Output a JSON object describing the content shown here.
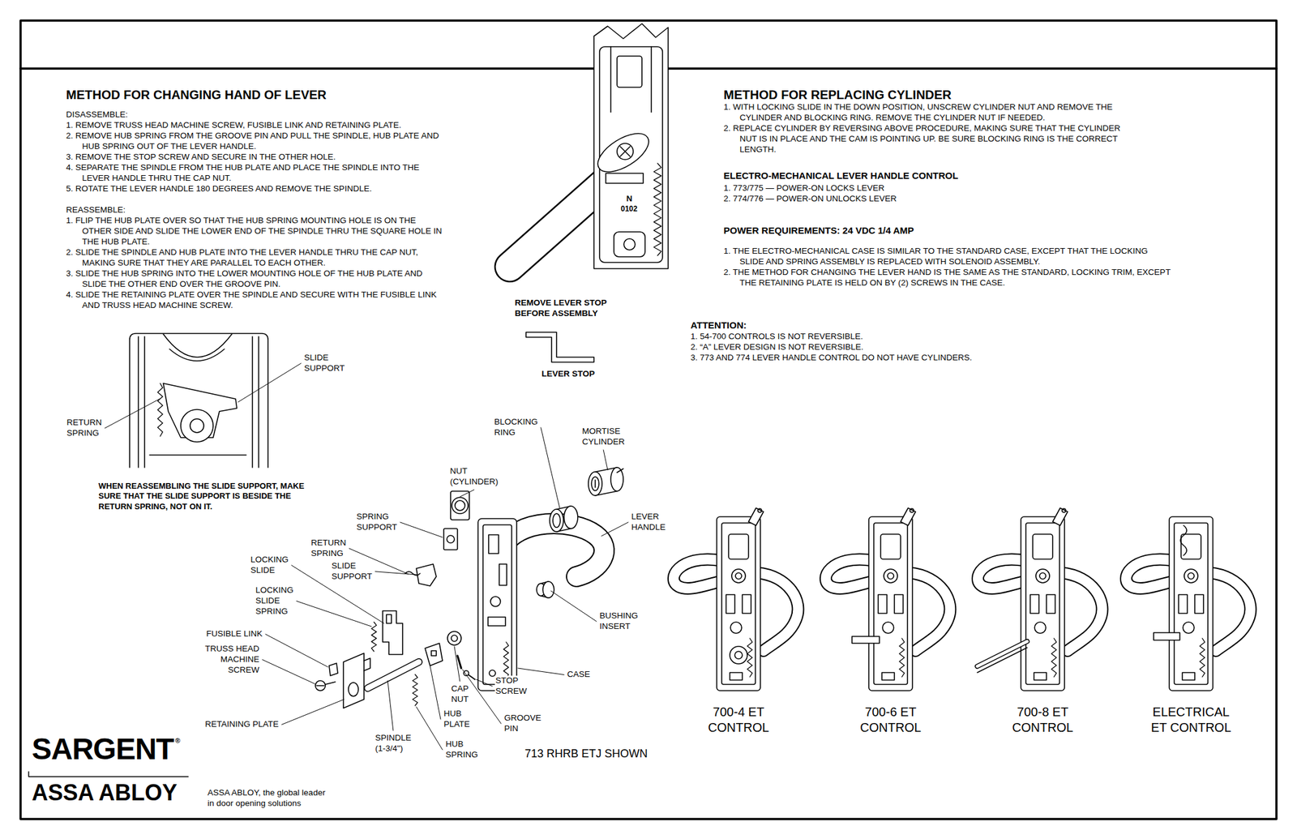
{
  "diagram": {
    "labels": [
      "METHOD FOR CHANGING HAND OF LEVER",
      "DISASSEMBLE:",
      "1. REMOVE TRUSS HEAD MACHINE SCREW, FUSIBLE LINK AND RETAINING PLATE.",
      "2. REMOVE HUB SPRING FROM THE GROOVE PIN AND PULL THE SPINDLE, HUB PLATE AND HUB SPRING OUT OF THE LEVER HANDLE.",
      "3. REMOVE THE STOP SCREW AND SECURE IN THE OTHER HOLE.",
      "4. SEPARATE THE SPINDLE FROM THE HUB PLATE AND PLACE THE SPINDLE INTO THE LEVER HANDLE THRU THE CAP NUT.",
      "5. ROTATE THE LEVER HANDLE 180 DEGREES AND REMOVE THE SPINDLE.",
      "REASSEMBLE:",
      "1. FLIP THE HUB PLATE OVER SO THAT THE HUB SPRING MOUNTING HOLE IS ON THE OTHER SIDE AND SLIDE THE LOWER END OF THE SPINDLE THRU THE SQUARE HOLE IN THE HUB PLATE.",
      "2. SLIDE THE SPINDLE AND HUB PLATE INTO THE LEVER HANDLE THRU THE CAP NUT, MAKING SURE THAT THEY ARE PARALLEL TO EACH OTHER.",
      "3. SLIDE THE HUB SPRING INTO THE LOWER MOUNTING HOLE OF THE HUB PLATE AND SLIDE THE OTHER END OVER THE GROOVE PIN.",
      "4. SLIDE THE RETAINING PLATE OVER THE SPINDLE AND SECURE WITH THE FUSIBLE LINK AND TRUSS HEAD MACHINE SCREW.",
      "METHOD FOR REPLACING CYLINDER",
      "1. WITH LOCKING SLIDE IN THE DOWN POSITION, UNSCREW CYLINDER NUT AND REMOVE THE CYLINDER AND BLOCKING RING. REMOVE THE CYLINDER NUT IF NEEDED.",
      "2. REPLACE CYLINDER BY REVERSING ABOVE PROCEDURE, MAKING SURE THAT THE CYLINDER NUT IS IN PLACE AND THE CAM IS POINTING UP. BE SURE BLOCKING RING IS THE CORRECT LENGTH.",
      "ELECTRO-MECHANICAL LEVER HANDLE CONTROL",
      "1. 773/775 — POWER-ON LOCKS LEVER",
      "2. 774/776 — POWER-ON UNLOCKS LEVER",
      "POWER REQUIREMENTS: 24 VDC 1/4 AMP",
      "1. THE ELECTRO-MECHANICAL CASE IS SIMILAR TO THE STANDARD CASE, EXCEPT THAT THE LOCKING SLIDE AND SPRING ASSEMBLY IS REPLACED WITH SOLENOID ASSEMBLY.",
      "2. THE METHOD FOR CHANGING THE LEVER HAND IS THE SAME AS THE STANDARD, LOCKING TRIM, EXCEPT THE RETAINING PLATE IS HELD ON BY (2) SCREWS IN THE CASE.",
      "ATTENTION:",
      "1. 54-700 CONTROLS IS NOT REVERSIBLE.",
      "2. “A” LEVER DESIGN IS NOT REVERSIBLE.",
      "3. 773 AND 774 LEVER HANDLE CONTROL DO NOT HAVE CYLINDERS.",
      "N",
      "0102",
      "REMOVE LEVER STOP BEFORE ASSEMBLY",
      "LEVER STOP",
      "SLIDE SUPPORT",
      "RETURN SPRING",
      "WHEN REASSEMBLING THE SLIDE SUPPORT, MAKE SURE THAT THE SLIDE SUPPORT IS BESIDE THE RETURN SPRING, NOT ON IT.",
      "BLOCKING RING",
      "MORTISE CYLINDER",
      "NUT (CYLINDER)",
      "SPRING SUPPORT",
      "LEVER HANDLE",
      "RETURN SPRING",
      "LOCKING SLIDE",
      "SLIDE SUPPORT",
      "LOCKING SLIDE SPRING",
      "BUSHING INSERT",
      "FUSIBLE LINK",
      "TRUSS HEAD MACHINE SCREW",
      "STOP SCREW",
      "CASE",
      "CAP NUT",
      "HUB PLATE",
      "GROOVE PIN",
      "RETAINING PLATE",
      "SPINDLE (1-3/4\")",
      "HUB SPRING",
      "713 RHRB ETJ SHOWN",
      "700-4 ET CONTROL",
      "700-6 ET CONTROL",
      "700-8 ET CONTROL",
      "ELECTRICAL ET CONTROL",
      "SARGENT",
      "®",
      "ASSA ABLOY",
      "ASSA ABLOY, the global leader in door opening solutions"
    ]
  }
}
